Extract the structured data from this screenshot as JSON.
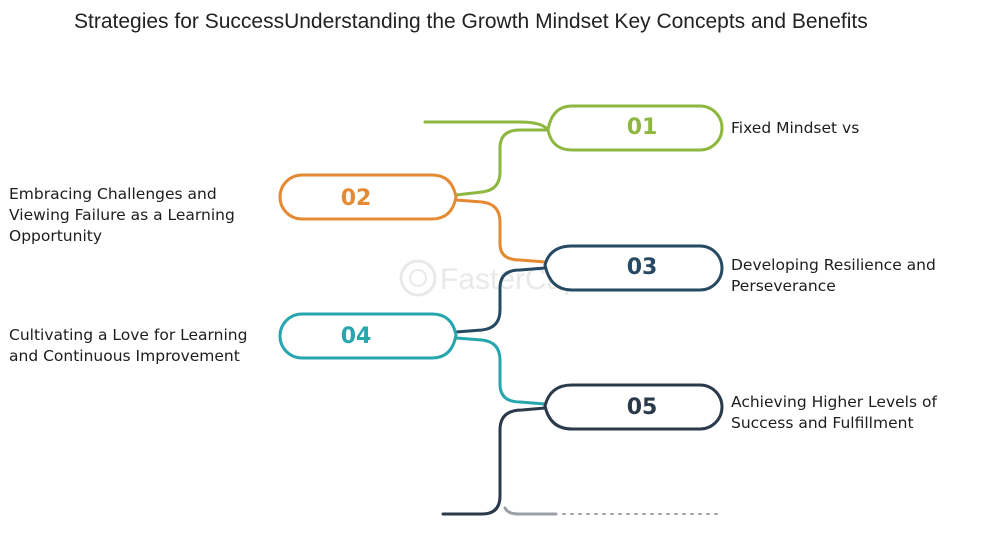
{
  "title": "Strategies for SuccessUnderstanding the Growth Mindset Key Concepts and Benefits",
  "colors": {
    "green": "#8db73f",
    "orange": "#e48a33",
    "navy": "#264a63",
    "teal": "#26a6ad",
    "slate": "#2b3a4a",
    "gray": "#9aa0a6"
  },
  "watermark": "FasterCapital",
  "steps": [
    {
      "number": "01",
      "color": "green",
      "side": "right",
      "lines": [
        "Fixed Mindset vs"
      ]
    },
    {
      "number": "02",
      "color": "orange",
      "side": "left",
      "lines": [
        "Embracing Challenges and",
        "Viewing Failure as a Learning",
        "Opportunity"
      ]
    },
    {
      "number": "03",
      "color": "navy",
      "side": "right",
      "lines": [
        "Developing Resilience and",
        "Perseverance"
      ]
    },
    {
      "number": "04",
      "color": "teal",
      "side": "left",
      "lines": [
        "Cultivating a Love for Learning",
        "and Continuous Improvement"
      ]
    },
    {
      "number": "05",
      "color": "slate",
      "side": "right",
      "lines": [
        "Achieving Higher Levels of",
        "Success and Fulfillment"
      ]
    }
  ]
}
